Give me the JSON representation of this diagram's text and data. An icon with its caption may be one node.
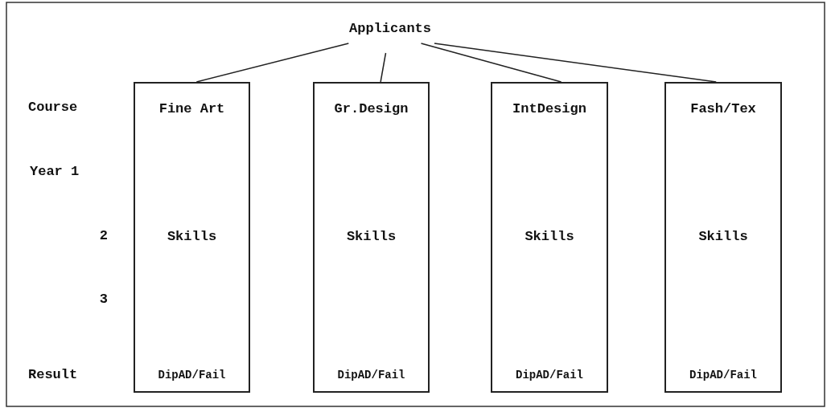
{
  "diagram": {
    "nodes": [
      {
        "text": [
          "Applicants"
        ]
      },
      {
        "text": [
          "Fine Art",
          "Skills",
          "DipAD/Fail"
        ]
      },
      {
        "text": [
          "Gr.Design",
          "Skills",
          "DipAD/Fail"
        ]
      },
      {
        "text": [
          "IntDesign",
          "Skills",
          "DipAD/Fail"
        ]
      },
      {
        "text": [
          "Fash/Tex",
          "Skills",
          "DipAD/Fail"
        ]
      }
    ],
    "edges": [
      {
        "from": 0,
        "to": 1,
        "arrow": "none"
      },
      {
        "from": 0,
        "to": 2,
        "arrow": "none"
      },
      {
        "from": 0,
        "to": 3,
        "arrow": "none"
      },
      {
        "from": 0,
        "to": 4,
        "arrow": "none"
      }
    ],
    "labels": [
      "Course",
      "Year 1",
      "2",
      "3",
      "Result"
    ]
  }
}
